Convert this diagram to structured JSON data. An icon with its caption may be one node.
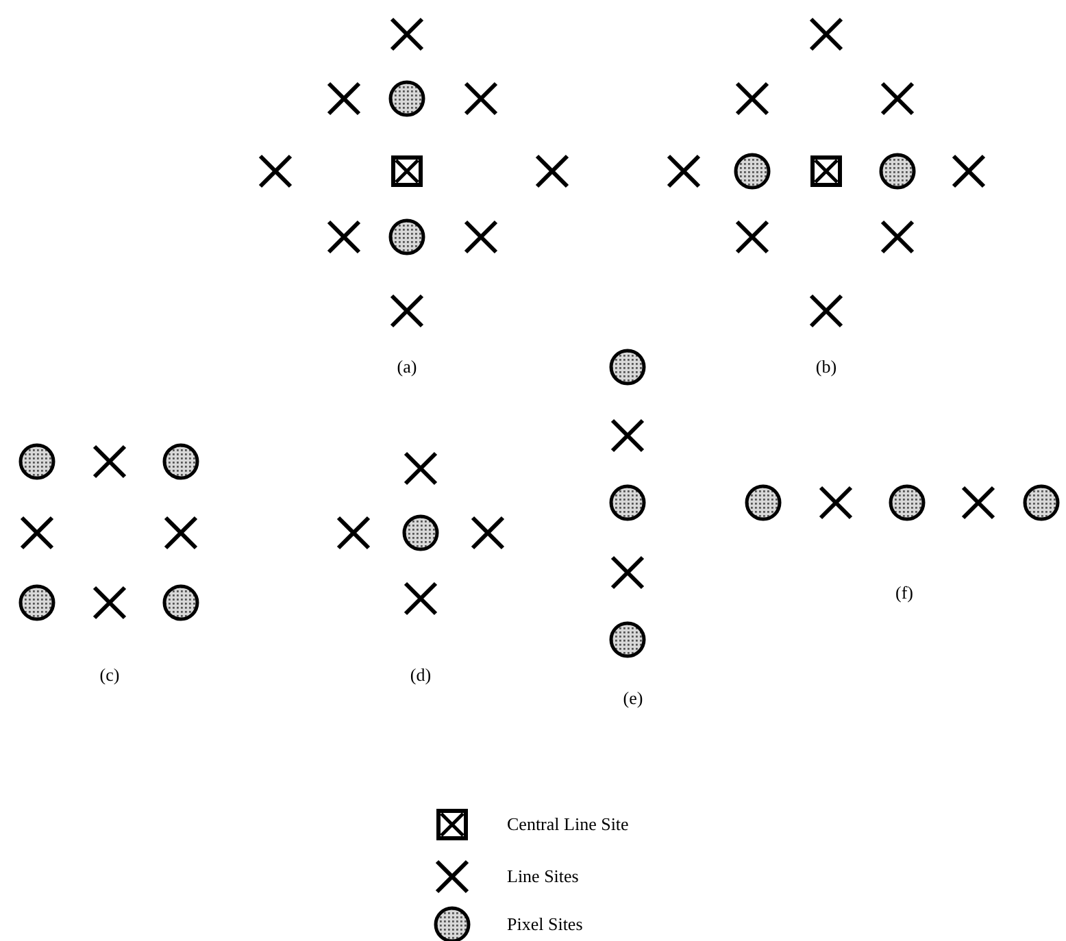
{
  "diagram": {
    "labels": [
      "(a)",
      "(b)",
      "(c)",
      "(d)",
      "(e)",
      "(f)"
    ],
    "legend": [
      {
        "text": "Central Line Site"
      },
      {
        "text": "Line Sites"
      },
      {
        "text": "Pixel Sites"
      }
    ]
  }
}
